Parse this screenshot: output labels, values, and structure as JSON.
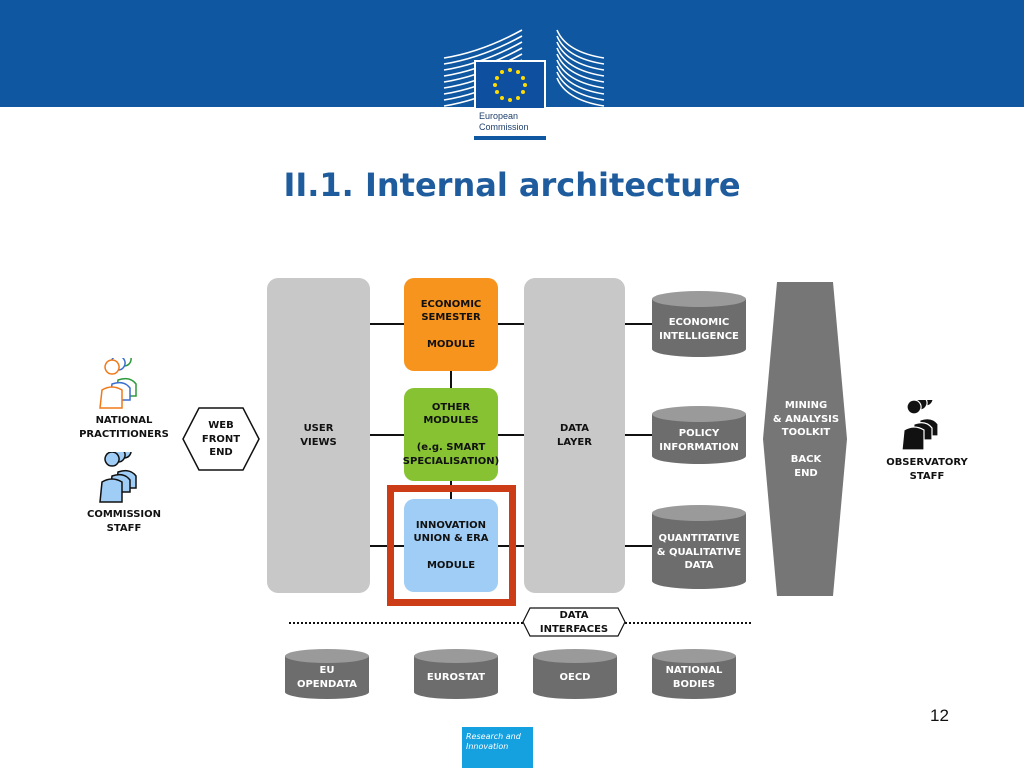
{
  "header": {
    "logo_text_line1": "European",
    "logo_text_line2": "Commission",
    "banner_color": "#0f57a0"
  },
  "title": "II.1. Internal architecture",
  "diagram": {
    "users_left": [
      {
        "icon": "people-group-icon",
        "label_lines": [
          "NATIONAL",
          "PRACTITIONERS"
        ]
      },
      {
        "icon": "people-group-icon",
        "label_lines": [
          "COMMISSION",
          "STAFF"
        ]
      }
    ],
    "web_front_end": [
      "WEB",
      "FRONT",
      "END"
    ],
    "user_views": [
      "USER",
      "VIEWS"
    ],
    "modules": [
      {
        "lines": [
          "ECONOMIC",
          "SEMESTER",
          "",
          "MODULE"
        ],
        "color": "#f7941d"
      },
      {
        "lines": [
          "OTHER",
          "MODULES",
          "",
          "(e.g. SMART",
          "SPECIALISATION)"
        ],
        "color": "#86c232"
      },
      {
        "lines": [
          "INNOVATION",
          "UNION & ERA",
          "",
          "MODULE"
        ],
        "color": "#9fcdf5",
        "highlighted": true
      }
    ],
    "data_layer": [
      "DATA",
      "LAYER"
    ],
    "data_stores": [
      [
        "ECONOMIC",
        "INTELLIGENCE"
      ],
      [
        "POLICY",
        "INFORMATION"
      ],
      [
        "QUANTITATIVE",
        "& QUALITATIVE",
        "DATA"
      ]
    ],
    "mining_toolkit": [
      "MINING",
      "& ANALYSIS",
      "TOOLKIT",
      "",
      "BACK",
      "END"
    ],
    "users_right": {
      "icon": "people-group-icon",
      "label_lines": [
        "OBSERVATORY",
        "STAFF"
      ]
    },
    "data_interfaces": [
      "DATA",
      "INTERFACES"
    ],
    "external_sources": [
      [
        "EU",
        "OPENDATA"
      ],
      [
        "EUROSTAT"
      ],
      [
        "OECD"
      ],
      [
        "NATIONAL",
        "BODIES"
      ]
    ],
    "highlight_color": "#cc3c17"
  },
  "footer": {
    "page_number": "12",
    "badge_line1": "Research and",
    "badge_line2": "Innovation"
  }
}
